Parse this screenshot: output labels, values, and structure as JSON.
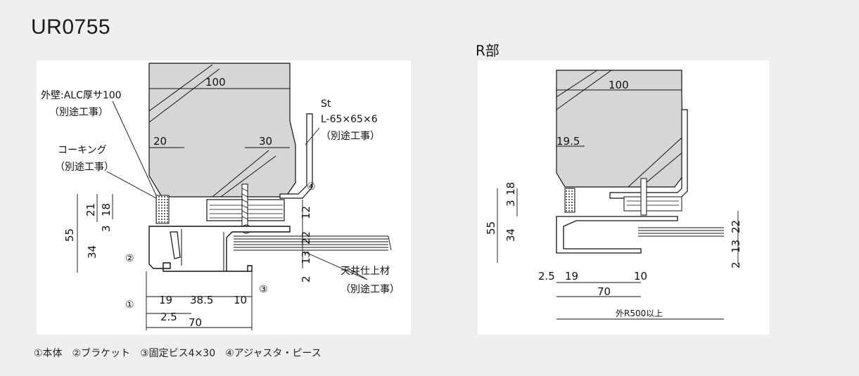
{
  "header": {
    "model": "UR0755",
    "r_part": "R部"
  },
  "left": {
    "wall_label": "外壁:ALC厚サ100",
    "wall_note": "（別途工事）",
    "caulking_label": "コーキング",
    "caulking_note": "（別途工事）",
    "steel_label": "St",
    "steel_spec": "L-65×65×6",
    "steel_note": "（別途工事）",
    "ceiling_label": "天井仕上材",
    "ceiling_note": "（別途工事）",
    "dims": {
      "w100": "100",
      "w20": "20",
      "w30": "30",
      "h21": "21",
      "h18": "18",
      "h3": "3",
      "h55": "55",
      "h34": "34",
      "h12": "12",
      "h22": "22",
      "h13": "13",
      "h2": "2",
      "b19": "19",
      "b38_5": "38.5",
      "b10": "10",
      "b2_5": "2.5",
      "b70": "70"
    },
    "markers": {
      "m1": "①",
      "m2": "②",
      "m3": "③",
      "m4": "④"
    }
  },
  "right": {
    "dims": {
      "w100": "100",
      "w19_5": "19.5",
      "h3": "3",
      "h18": "18",
      "h55": "55",
      "h34": "34",
      "h22": "22",
      "h13": "13",
      "h2": "2",
      "b2_5": "2.5",
      "b19": "19",
      "b10": "10",
      "b70": "70"
    },
    "outer_radius": "外R500以上"
  },
  "legend": "①本体　②ブラケット　③固定ビス4×30　④アジャスタ・ピース"
}
